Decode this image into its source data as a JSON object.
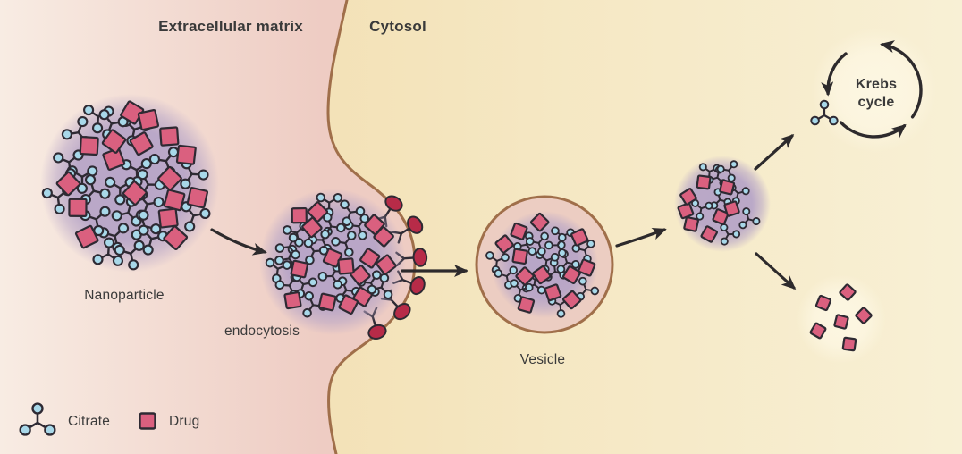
{
  "regions": {
    "extracellular_matrix": "Extracellular matrix",
    "cytosol": "Cytosol"
  },
  "stages": {
    "nanoparticle": "Nanoparticle",
    "endocytosis": "endocytosis",
    "vesicle": "Vesicle"
  },
  "krebs_cycle": {
    "line1": "Krebs",
    "line2": "cycle"
  },
  "legend": [
    {
      "icon": "citrate-icon",
      "label": "Citrate"
    },
    {
      "icon": "drug-icon",
      "label": "Drug"
    }
  ],
  "colors": {
    "background_matrix_light": "#f8ece3",
    "background_matrix_deep": "#eeccc3",
    "background_cytosol_near": "#f0d9a6",
    "background_cytosol_mid": "#f5e7c2",
    "background_cytosol_far": "#f8f0d5",
    "membrane": "#a06f4a",
    "nanoparticle_blob": "#b6a4c7",
    "drug": "#da607f",
    "citrate": "#a8d8e9",
    "molecule_outline": "#2e2a33",
    "receptor": "#b72b48",
    "vesicle_fill": "#eccdc2",
    "arrow": "#2d2a2c",
    "glow": "#fdf7e3",
    "text": "#3a3a3a"
  }
}
